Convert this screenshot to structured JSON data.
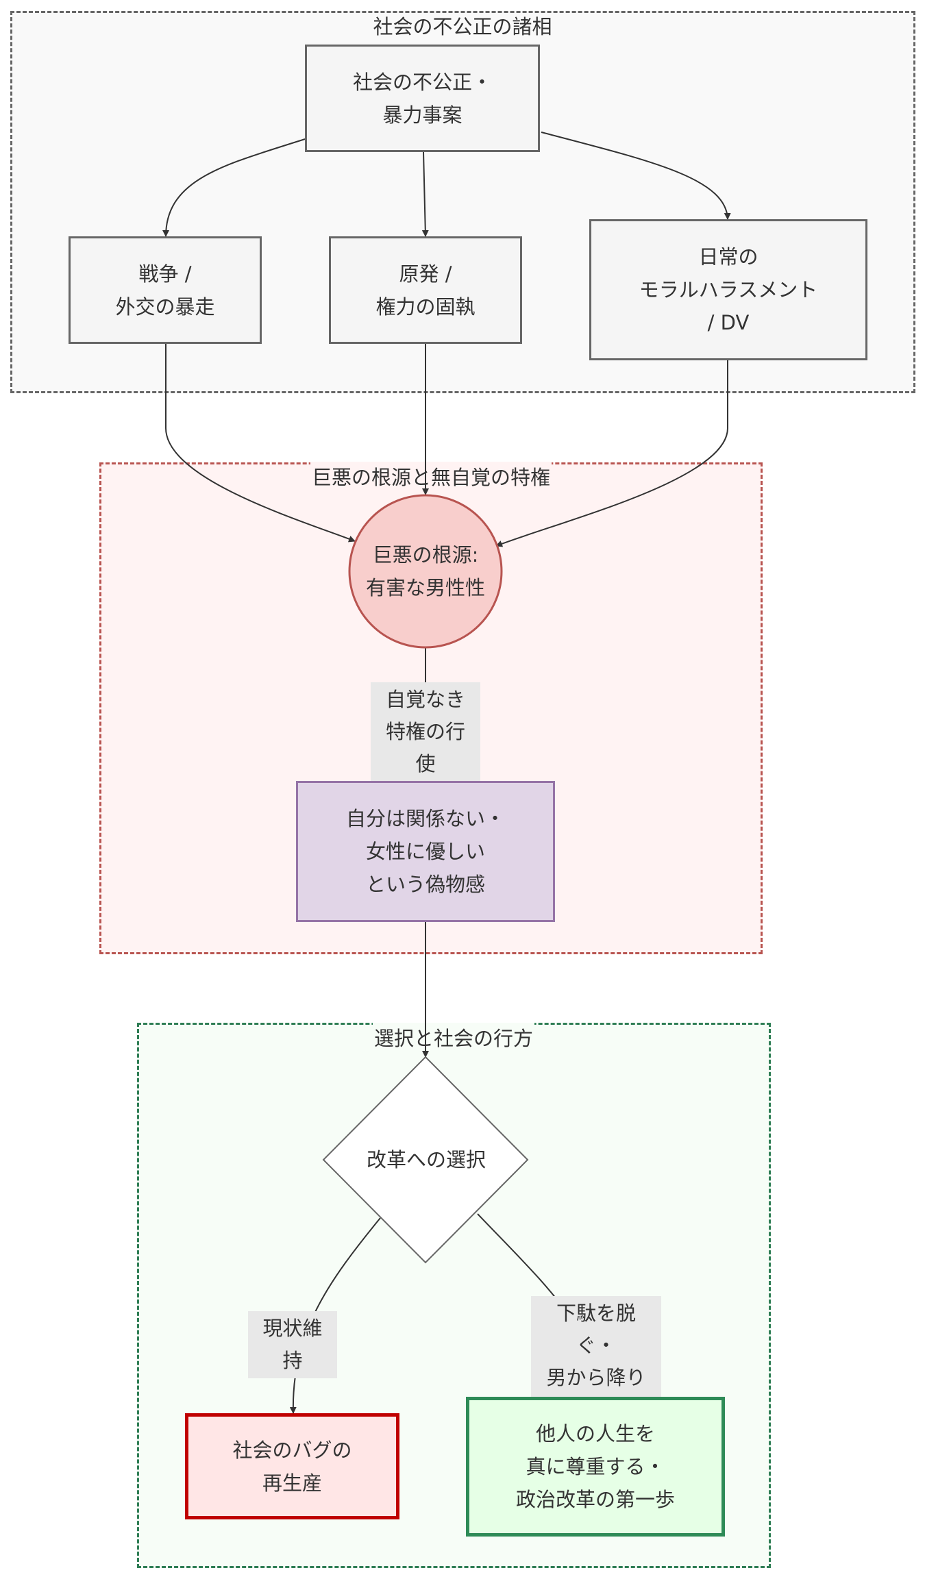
{
  "groups": {
    "injustice": {
      "label": "社会の不公正の諸相"
    },
    "root": {
      "label": "巨悪の根源と無自覚の特権"
    },
    "choice": {
      "label": "選択と社会の行方"
    }
  },
  "nodes": {
    "injustice_violence": "社会の不公正・\n暴力事案",
    "war": "戦争 /\n外交の暴走",
    "nuclear": "原発 /\n権力の固執",
    "harassment": "日常の\nモラルハラスメント\n/ DV",
    "root_cause": "巨悪の根源:\n有害な男性性",
    "fake": "自分は関係ない・\n女性に優しい\nという偽物感",
    "decision": "改革への選択",
    "bug": "社会のバグの\n再生産",
    "respect": "他人の人生を\n真に尊重する・\n政治改革の第一歩"
  },
  "edge_labels": {
    "privilege": "自覚なき\n特権の行使",
    "status_quo": "現状維持",
    "step_down": "下駄を脱ぐ・\n男から降りる"
  },
  "colors": {
    "group1_fill": "#f9f9f9",
    "group1_border": "#666666",
    "group2_fill": "#fff3f3",
    "group2_border": "#b85450",
    "group3_fill": "#f7fdf7",
    "group3_border": "#2e7d54",
    "node_fill": "#f5f5f5",
    "node_border": "#666666",
    "root_fill": "#f8cecc",
    "root_border": "#b85450",
    "fake_fill": "#e1d5e7",
    "fake_border": "#9673a6",
    "bug_fill": "#ffe6e6",
    "bug_border": "#c00000",
    "respect_fill": "#e6ffe6",
    "respect_border": "#2e8b57",
    "edge": "#333333"
  }
}
